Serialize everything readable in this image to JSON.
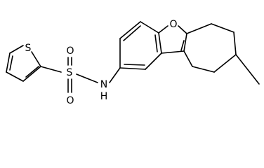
{
  "molecule": {
    "atoms": {
      "thiophene_s": "S",
      "sulfonyl_s": "S",
      "sulfonyl_o_top": "O",
      "sulfonyl_o_bottom": "O",
      "amide_n": "N",
      "amide_h": "H",
      "furan_o": "O"
    }
  }
}
